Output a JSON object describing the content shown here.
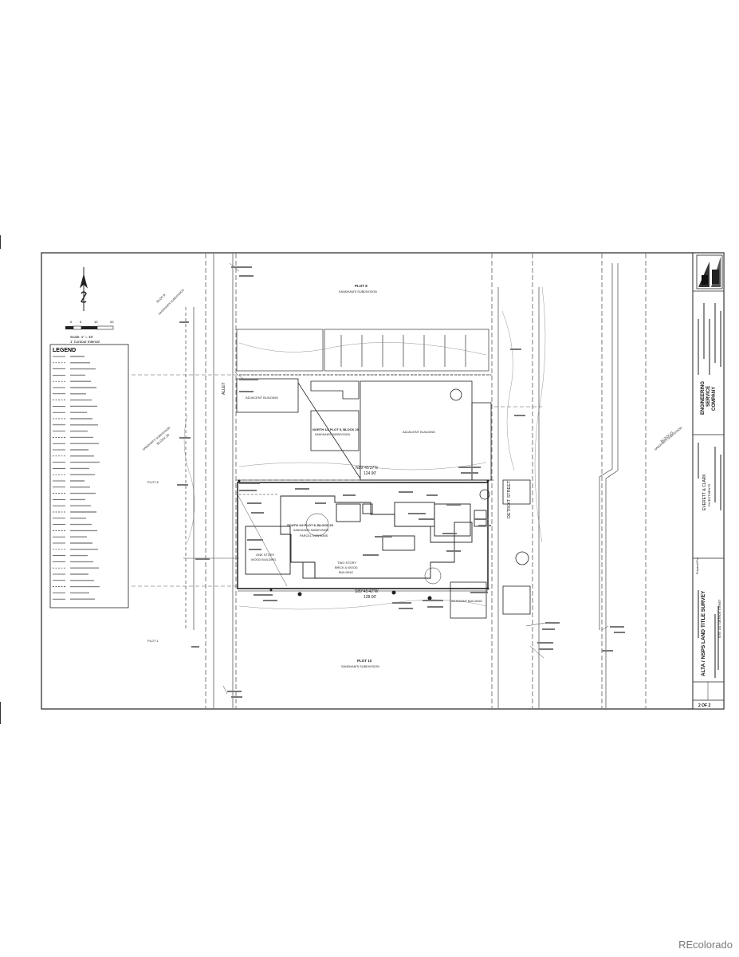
{
  "legend": {
    "title": "LEGEND",
    "scale_line1": "Scale: 1\" = 10'",
    "scale_line2": "1' Contour Interval"
  },
  "labels": {
    "plot_top": "PLOT 8",
    "plot_top_sub": "SANDHAM'S SUBDIVISION",
    "plot_left_top": "PLOT 9",
    "plot_left_top_sub": "SANDHAM'S SUBDIVISION",
    "block_left": "BLOCK 20",
    "block_left_sub": "SANDHAM'S SUBDIVISION",
    "plot_left_mid": "PLOT 8",
    "plot_left_bottom": "PLOT 1",
    "plot_bottom": "PLOT 10",
    "plot_bottom_sub": "SANDHAM'S SUBDIVISION",
    "block_right": "BLOCK 21",
    "block_right_sub": "SANDHAM'S SUBDIVISION",
    "adjacent_building_a": "ADJACENT BUILDING",
    "adjacent_building_b": "ADJACENT BUILDING",
    "adjacent_building_c": "ADJACENT BUILDING",
    "north_half_label": "NORTH 1/2 PLOT 9, BLOCK 20",
    "north_half_sub": "SANDHAM'S SUBDIVISION",
    "south_half_label": "SOUTH 1/2 PLOT 8, BLOCK 20",
    "south_half_sub": "SANDHAM'S SUBDIVISION",
    "parcel_contains": "PARCEL CONTAINS",
    "one_story": "ONE STORY",
    "one_story_sub": "WOOD BUILDING",
    "two_story": "TWO STORY",
    "two_story_sub": "BRICK & WOOD",
    "two_story_sub2": "BUILDING",
    "top_bearing": "N89°45'37\"E",
    "top_distance": "124.90'",
    "bottom_bearing": "S89°45'42\"W",
    "bottom_distance": "128.00'",
    "street_right": "DETROIT STREET",
    "alley": "ALLEY"
  },
  "title_block": {
    "company1": "ENGINEERING",
    "company2": "SERVICE",
    "company3": "COMPANY",
    "prepared_for": "Prepared For:",
    "client1": "EVERETT & CLARK",
    "client2": "INVESTMENTS",
    "title": "ALTA / NSPS LAND TITLE SURVEY",
    "address": "SITE: 1817 DETROIT STREET",
    "sheet": "2 OF 2"
  },
  "watermark": "REcolorado"
}
